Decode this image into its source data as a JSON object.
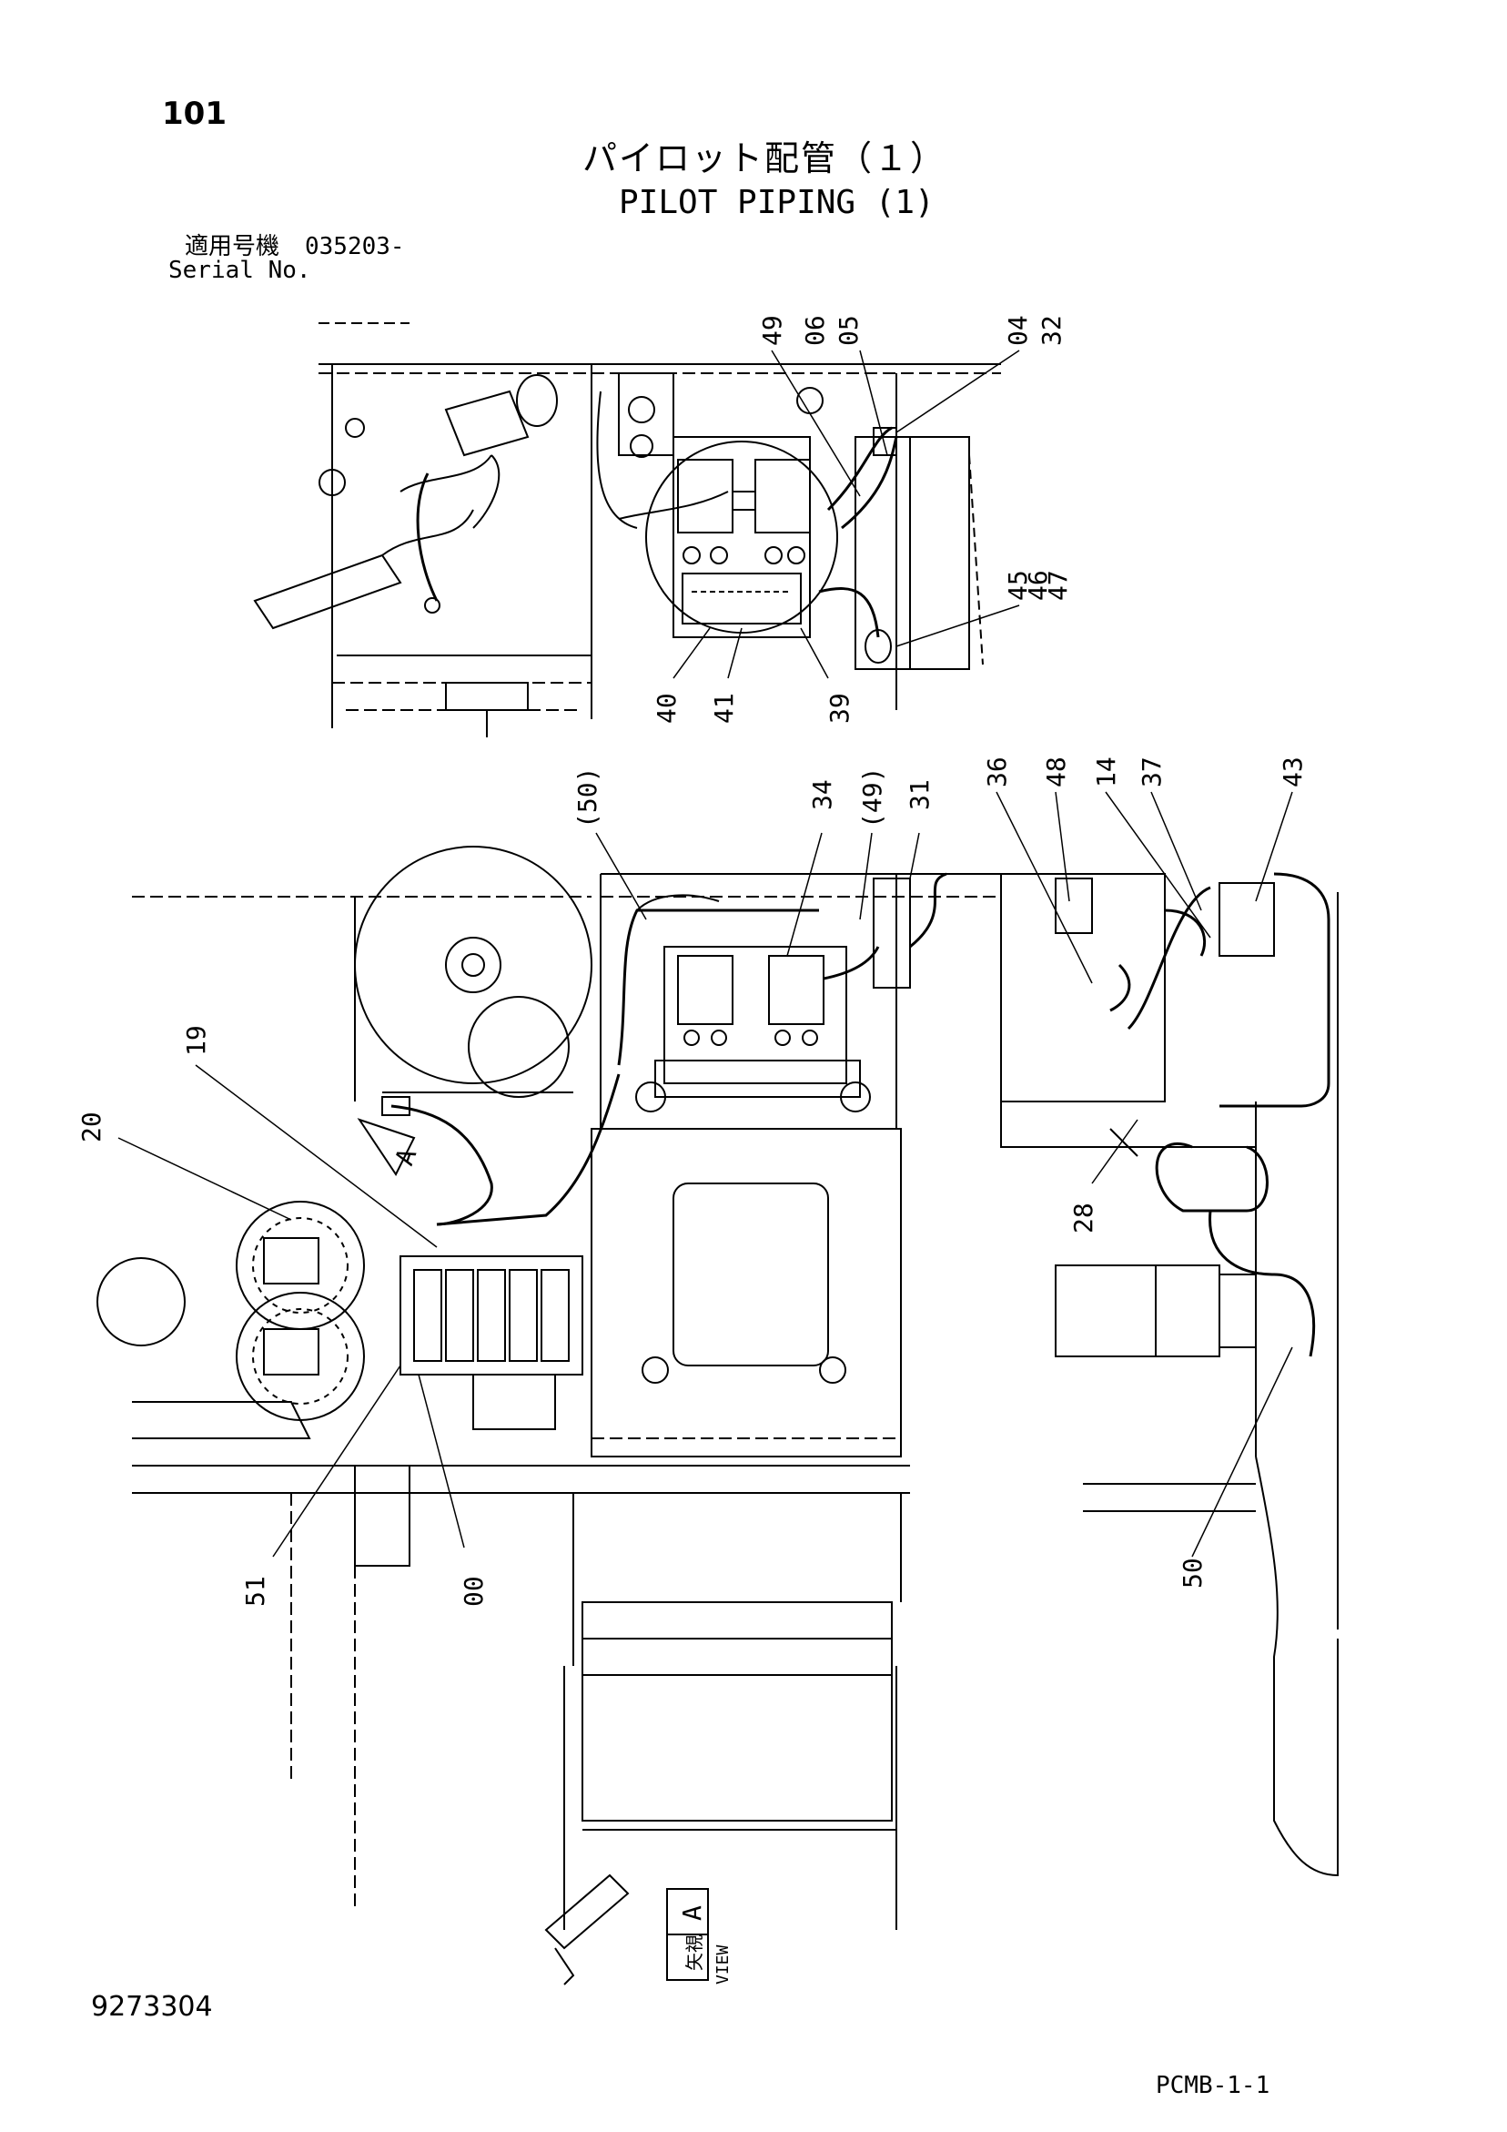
{
  "header": {
    "page_number": "101",
    "title_jp": "パイロット配管（１）",
    "title_en": "PILOT PIPING (1)",
    "serial_label_jp": "適用号機",
    "serial_value": "035203-",
    "serial_label_en": "Serial No."
  },
  "callouts": {
    "top_view": [
      "49",
      "06",
      "05",
      "04",
      "32",
      "45",
      "46",
      "47",
      "40",
      "41",
      "39"
    ],
    "main_view": [
      "(50)",
      "34",
      "(49)",
      "31",
      "36",
      "48",
      "14",
      "37",
      "43",
      "19",
      "20",
      "28",
      "51",
      "00",
      "50"
    ]
  },
  "view_marks": {
    "view_a_arrow": "A",
    "view_label_jp": "矢視",
    "view_label_en": "VIEW",
    "view_letter": "A"
  },
  "footer": {
    "document_number": "9273304",
    "sheet_ref": "PCMB-1-1"
  },
  "colors": {
    "ink": "#000000",
    "paper": "#ffffff"
  }
}
